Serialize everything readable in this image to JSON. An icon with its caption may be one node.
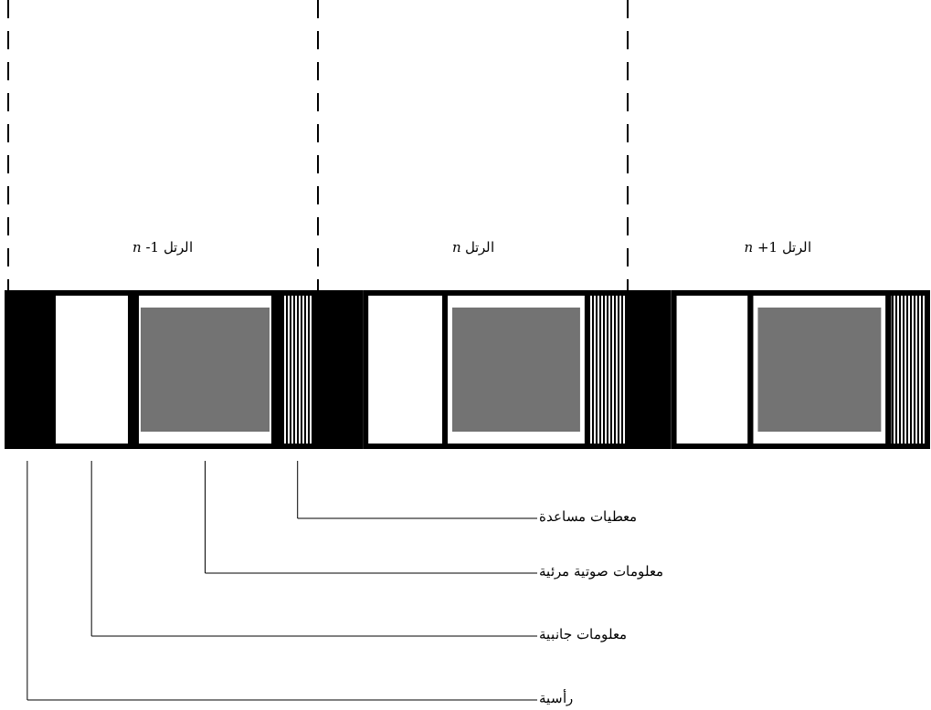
{
  "diagram": {
    "nodes": [
      {
        "text": [
          "معطيات مساعدة"
        ]
      },
      {
        "text": [
          "معلومات صوتية مرئية"
        ]
      },
      {
        "text": [
          "معلومات جانبية"
        ]
      },
      {
        "text": [
          "رأسية"
        ]
      },
      {
        "text": [],
        "shape": "bar"
      },
      {
        "text": [],
        "shape": "box"
      },
      {
        "text": [],
        "shape": "box"
      },
      {
        "text": [],
        "shape": "bar"
      }
    ],
    "edges": [
      {
        "from": 0,
        "to": 7,
        "arrow": "none"
      },
      {
        "from": 1,
        "to": 6,
        "arrow": "none"
      },
      {
        "from": 2,
        "to": 5,
        "arrow": "none"
      },
      {
        "from": 3,
        "to": 4,
        "arrow": "none"
      }
    ],
    "labels": [
      "الرتل *n* -1",
      "الرتل *n*",
      "الرتل *n* +1"
    ]
  }
}
